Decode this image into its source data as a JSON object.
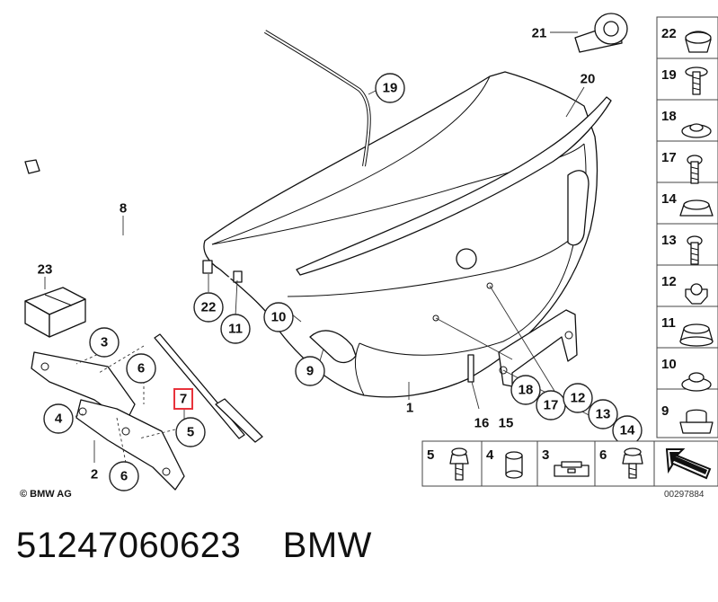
{
  "diagram": {
    "callouts": [
      {
        "id": "c19",
        "label": "19"
      },
      {
        "id": "c20",
        "label": "20"
      },
      {
        "id": "c21",
        "label": "21"
      },
      {
        "id": "c8",
        "label": "8"
      },
      {
        "id": "c23",
        "label": "23"
      },
      {
        "id": "c3",
        "label": "3"
      },
      {
        "id": "c6a",
        "label": "6"
      },
      {
        "id": "c7",
        "label": "7"
      },
      {
        "id": "c4",
        "label": "4"
      },
      {
        "id": "c5",
        "label": "5"
      },
      {
        "id": "c2",
        "label": "2"
      },
      {
        "id": "c6b",
        "label": "6"
      },
      {
        "id": "c22",
        "label": "22"
      },
      {
        "id": "c11",
        "label": "11"
      },
      {
        "id": "c10",
        "label": "10"
      },
      {
        "id": "c9",
        "label": "9"
      },
      {
        "id": "c1",
        "label": "1"
      },
      {
        "id": "c16",
        "label": "16"
      },
      {
        "id": "c15",
        "label": "15"
      },
      {
        "id": "c18",
        "label": "18"
      },
      {
        "id": "c17",
        "label": "17"
      },
      {
        "id": "c12",
        "label": "12"
      },
      {
        "id": "c13",
        "label": "13"
      },
      {
        "id": "c14",
        "label": "14"
      }
    ],
    "sidebar": [
      {
        "label": "22",
        "icon": "bumper-plug-icon"
      },
      {
        "label": "19",
        "icon": "screw-with-washer-icon"
      },
      {
        "label": "18",
        "icon": "grommet-icon"
      },
      {
        "label": "17",
        "icon": "screw-icon"
      },
      {
        "label": "14",
        "icon": "rubber-buffer-icon"
      },
      {
        "label": "13",
        "icon": "screw-icon"
      },
      {
        "label": "12",
        "icon": "clip-nut-icon"
      },
      {
        "label": "11",
        "icon": "rubber-buffer-icon"
      },
      {
        "label": "10",
        "icon": "grommet-icon"
      },
      {
        "label": "9",
        "icon": "clip-nut-icon"
      }
    ],
    "bottom_row": [
      {
        "label": "5",
        "icon": "hex-bolt-icon"
      },
      {
        "label": "4",
        "icon": "bushing-icon"
      },
      {
        "label": "3",
        "icon": "bracket-clip-icon"
      },
      {
        "label": "6",
        "icon": "hex-bolt-icon"
      }
    ],
    "copyright": "© BMW AG",
    "diagram_number": "00297884",
    "arrow_icon": "direction-arrow-icon"
  },
  "caption": {
    "part_number": "51247060623",
    "brand": "BMW"
  },
  "colors": {
    "highlight": "#e8333c",
    "line": "#111111",
    "fill_gray": "#d9d9d9"
  }
}
